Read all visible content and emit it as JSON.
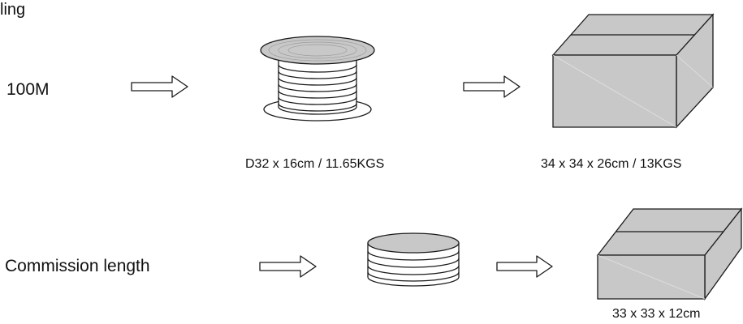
{
  "title": "ling",
  "rows": [
    {
      "label": "100M",
      "spool_caption": "D32 x 16cm / 11.65KGS",
      "box_caption": "34 x 34 x 26cm / 13KGS"
    },
    {
      "label": "Commission length",
      "box_caption": "33 x 33 x 12cm"
    }
  ],
  "colors": {
    "fill": "#c8c8c8",
    "stroke": "#1a1a1a",
    "background": "#ffffff"
  }
}
